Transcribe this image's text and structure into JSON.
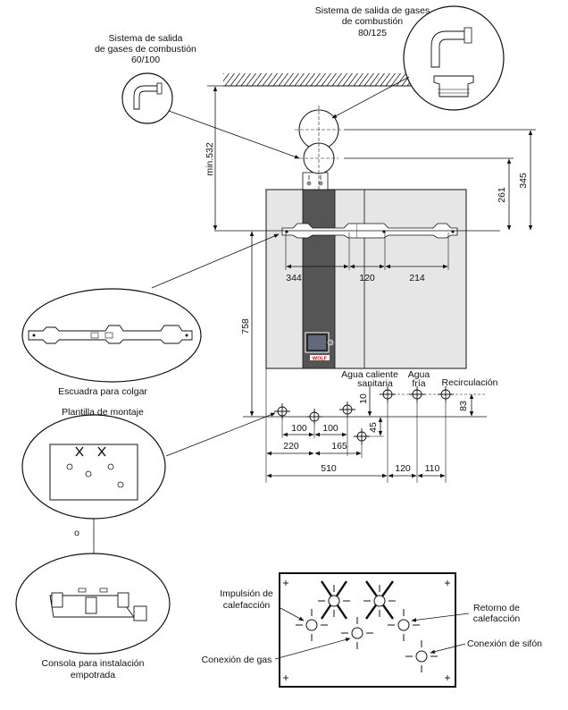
{
  "labels": {
    "flue_6010_line1": "Sistema de salida",
    "flue_6010_line2": "de gases de combustión",
    "flue_6010_line3": "60/100",
    "flue_80125_line1": "Sistema de salida de gases",
    "flue_80125_line2": "de combustión",
    "flue_80125_line3": "80/125",
    "bracket": "Escuadra para colgar",
    "template": "Plantilla de montaje",
    "or": "o",
    "console_line1": "Consola para instalación",
    "console_line2": "empotrada",
    "dhw_line1": "Agua caliente",
    "dhw_line2": "sanitaria",
    "cold_line1": "Agua",
    "cold_line2": "fría",
    "recirc": "Recirculación",
    "heat_flow_line1": "Impulsión de",
    "heat_flow_line2": "calefacción",
    "gas": "Conexión de gas",
    "heat_return_line1": "Retorno de",
    "heat_return_line2": "calefacción",
    "siphon": "Conexión de sifón",
    "brand": "WOLF"
  },
  "dimensions": {
    "min532": "min.532",
    "d345": "345",
    "d261": "261",
    "d344": "344",
    "d120a": "120",
    "d214": "214",
    "d758": "758",
    "d10": "10",
    "d83": "83",
    "d45": "45",
    "d100a": "100",
    "d100b": "100",
    "d220": "220",
    "d165": "165",
    "d510": "510",
    "d120b": "120",
    "d110": "110"
  },
  "colors": {
    "line": "#111111",
    "boiler_fill": "#e6e6e6",
    "column_fill": "#555555",
    "display_fill": "#2a2a2a"
  }
}
